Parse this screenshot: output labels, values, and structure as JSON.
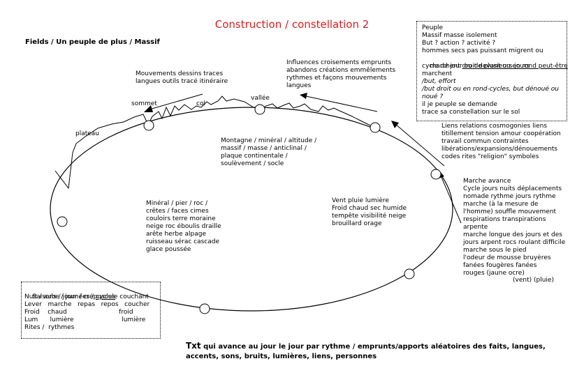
{
  "title": "Construction / constellation 2",
  "subtitle": "Fields / Un peuple de plus / Massif",
  "peuple_box": {
    "lines": [
      "Peuple",
      "Massif masse isolement",
      "But ? action ? activité ?",
      "hommes secs pas puissant migrent ou",
      "marchent",
      "droit devant ou en rond peut-être",
      "cycle de jour ou de plusieurs jours",
      "marchent",
      "/but, effort",
      "/but droit ou en rond-cycles, but dénoué ou",
      "noué ?",
      "il je peuple se demande",
      "trace sa constellation sur le sol"
    ]
  },
  "labels": {
    "mouvements": "Mouvements dessins traces\nlangues outils tracé itinéraire",
    "influences": "Influences croisements emprunts\nabandons créations emmêlements\nrythmes et façons mouvements\nlangues",
    "sommet": "sommet",
    "col": "col",
    "vallee": "vallée",
    "plateau": "plateau",
    "liens": "Liens relations cosmogonies liens\ntitillement tension amour coopération\ntravail commun contraintes\nlibérations/expansions/dénouements\ncodes rites \"religion\" symboles",
    "montagne": "Montagne / minéral / altitude /\nmassif / masse / anticlinal /\nplaque continentale /\nsoulèvement / socle",
    "mineral": "Minéral / pier / roc /\ncrêtes / faces cimes\ncouloirs terre moraine\nneige roc éboulis draille\narête herbe alpage\nruisseau sérac cascade\nglace poussée",
    "vent": "Vent pluie lumière\nFroid chaud sec humide\ntempête visibilité neige\nbrouillard orage",
    "marche": "Marche avance\nCycle jours nuits déplacements\nnomade rythme jours rythme\nmarche (à la mesure de\nl'homme) souffle mouvement\nrespirations transpirations\narpente\nmarche longue des jours et des\njours arpent rocs roulant difficile\nmarche sous le pied\nl'odeur de mousse bruyères\nfanées fougères fanées\nrouges (jaune ocre)",
    "vent_pluie": "(vent) (pluie)"
  },
  "seasons_box": {
    "line1_prefix": "Saisons / journées / ",
    "line1_cycles": "cycles",
    "rows": [
      "Nuit / aube / jour / crépuscule couchant",
      "Lever   marche   repas   repos   coucher",
      "Froid    chaud                          froid",
      "Lum      lumière                        lumière",
      "Rites /  rythmes"
    ]
  },
  "bottom_text": {
    "lead": "Txt",
    "line1": " qui avance au jour le jour par rythme / emprunts/apports aléatoires des faits, langues,",
    "line2": "accents, sons, bruits, lumières, liens, personnes"
  }
}
